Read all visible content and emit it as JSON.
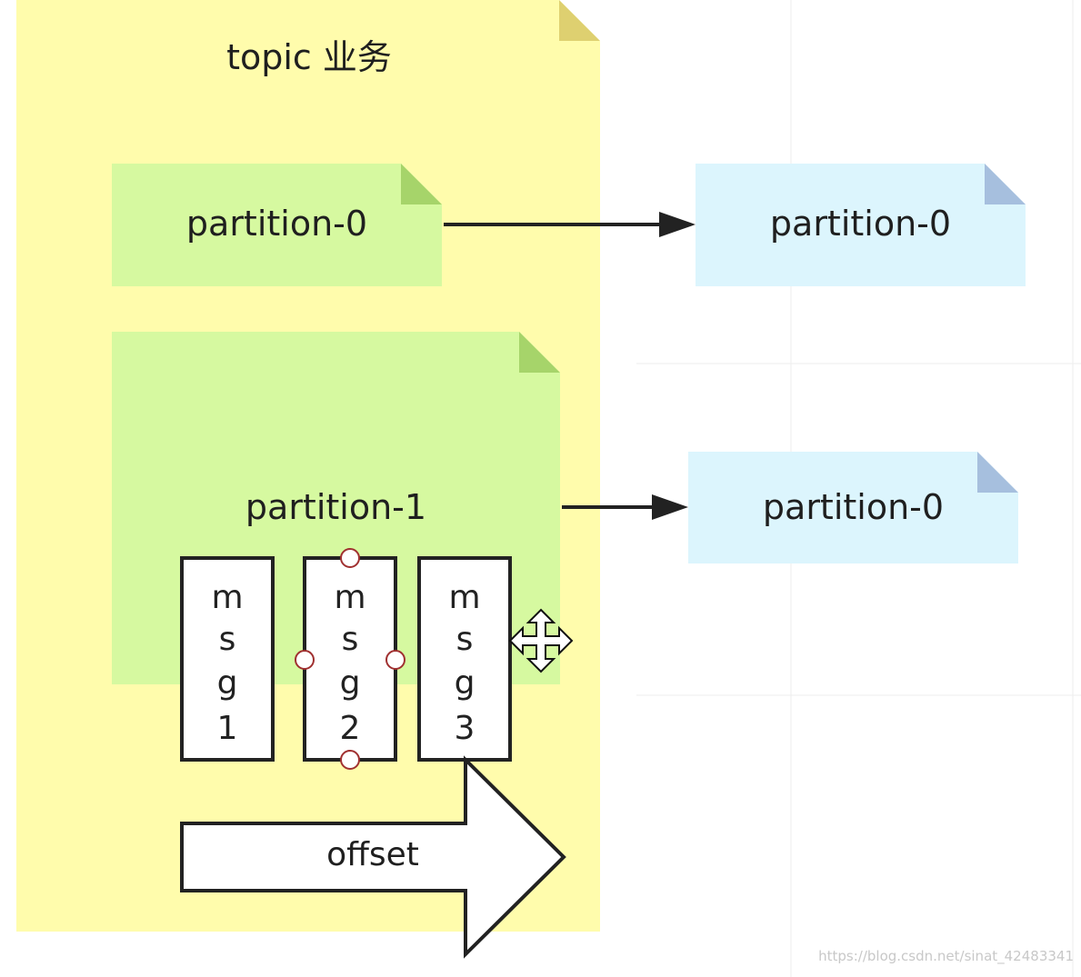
{
  "topic": {
    "title": "topic 业务",
    "fill": "#fffcac",
    "fold": "#ded070"
  },
  "left_partitions": [
    {
      "label": "partition-0",
      "fill": "#d6f9a0",
      "fold": "#a6d46a"
    },
    {
      "label": "partition-1",
      "fill": "#d6f9a0",
      "fold": "#a6d46a"
    }
  ],
  "right_partitions": [
    {
      "label": "partition-0",
      "fill": "#dcf5fd",
      "fold": "#a6bfde"
    },
    {
      "label": "partition-0",
      "fill": "#dcf5fd",
      "fold": "#a6bfde"
    }
  ],
  "messages": [
    {
      "letters": [
        "m",
        "s",
        "g",
        "1"
      ]
    },
    {
      "letters": [
        "m",
        "s",
        "g",
        "2"
      ]
    },
    {
      "letters": [
        "m",
        "s",
        "g",
        "3"
      ]
    }
  ],
  "offset_arrow": {
    "label": "offset"
  },
  "move_cursor_icon": "move-icon",
  "watermark": "https://blog.csdn.net/sinat_42483341"
}
